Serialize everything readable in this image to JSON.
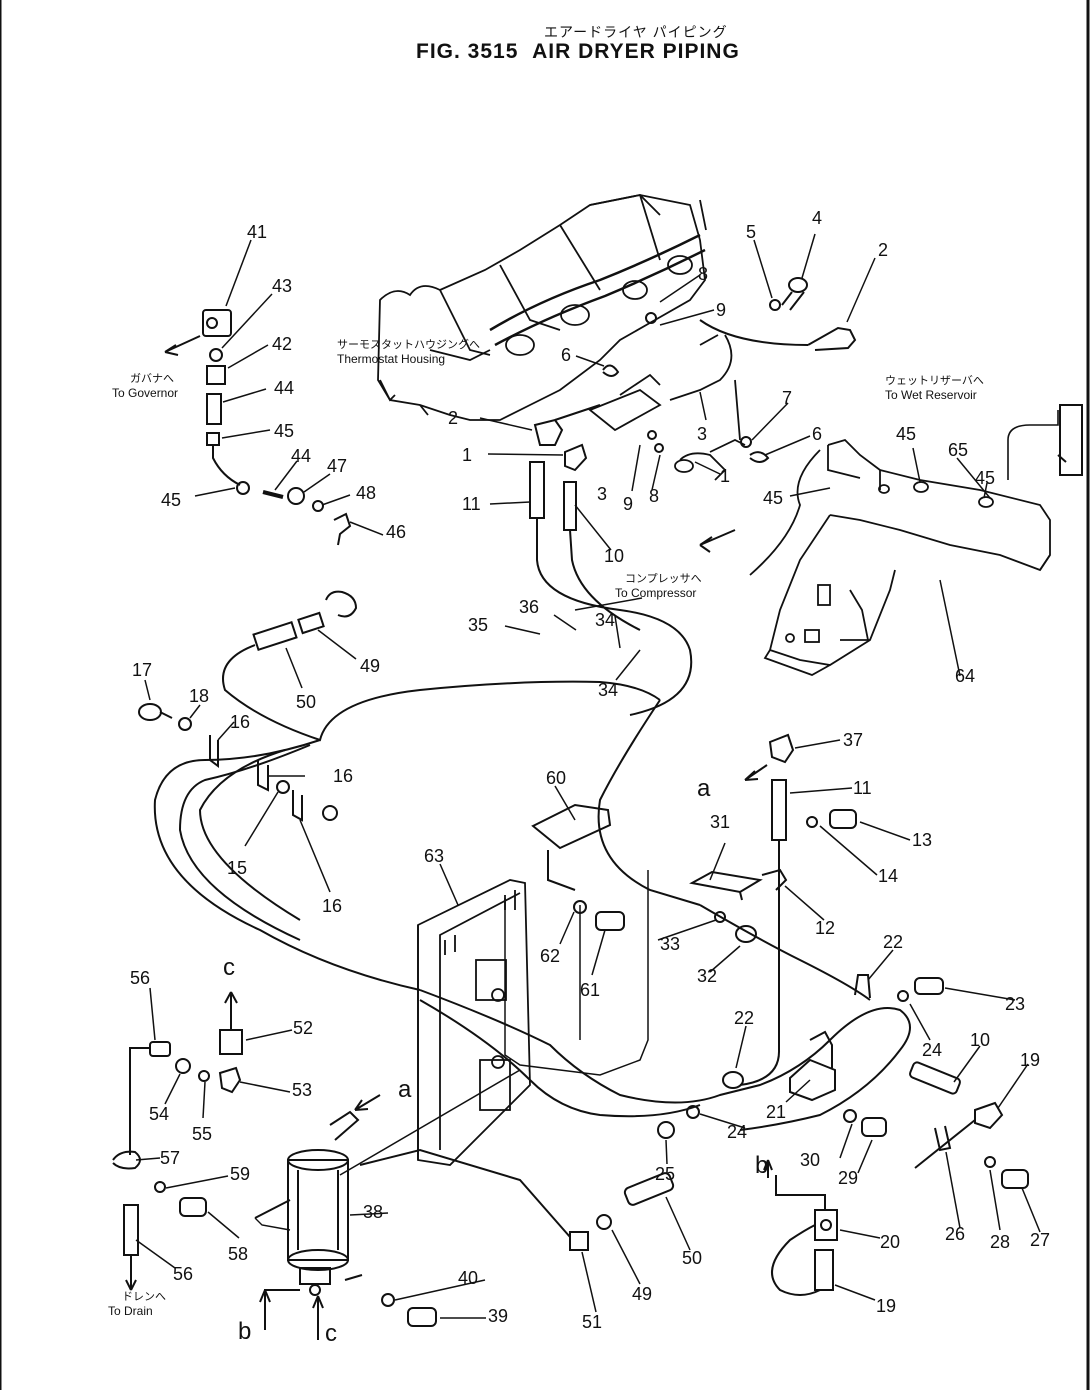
{
  "title": {
    "japanese": "エアードライヤ パイピング",
    "figure": "FIG. 3515",
    "english": "AIR DRYER PIPING"
  },
  "notes": {
    "thermostat": {
      "jp": "サーモスタットハウジングへ",
      "en": "Thermostat Housing"
    },
    "governor": {
      "jp": "ガバナへ",
      "en": "To Governor"
    },
    "wet_reservoir": {
      "jp": "ウェットリザーバへ",
      "en": "To Wet Reservoir"
    },
    "compressor": {
      "jp": "コンプレッサへ",
      "en": "To Compressor"
    },
    "drain": {
      "jp": "ドレンへ",
      "en": "To Drain"
    }
  },
  "connection_markers": [
    "a",
    "a",
    "b",
    "b",
    "c",
    "c"
  ],
  "part_numbers": [
    "1",
    "1",
    "2",
    "2",
    "3",
    "3",
    "4",
    "5",
    "6",
    "6",
    "7",
    "8",
    "8",
    "9",
    "9",
    "10",
    "10",
    "11",
    "11",
    "12",
    "13",
    "14",
    "15",
    "16",
    "16",
    "16",
    "17",
    "18",
    "19",
    "19",
    "20",
    "21",
    "22",
    "22",
    "23",
    "24",
    "24",
    "25",
    "26",
    "27",
    "28",
    "29",
    "30",
    "31",
    "32",
    "33",
    "34",
    "34",
    "35",
    "36",
    "37",
    "38",
    "39",
    "40",
    "41",
    "42",
    "43",
    "44",
    "44",
    "45",
    "45",
    "45",
    "45",
    "45",
    "46",
    "47",
    "48",
    "49",
    "49",
    "50",
    "50",
    "51",
    "52",
    "53",
    "54",
    "55",
    "56",
    "56",
    "57",
    "58",
    "59",
    "60",
    "61",
    "62",
    "63",
    "64",
    "65"
  ]
}
